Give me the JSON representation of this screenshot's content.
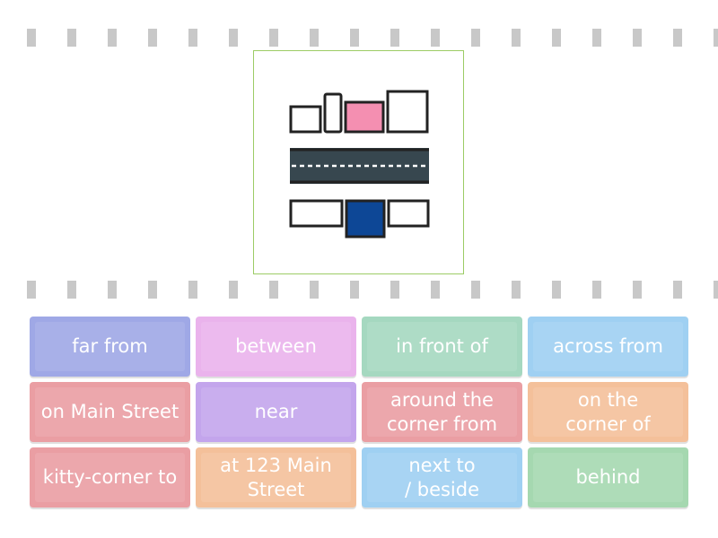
{
  "picture": {
    "colors": {
      "outline": "#222222",
      "highlight_building": "#f48fb1",
      "target_building": "#0d4796",
      "road": "#37474f",
      "road_line": "#ffffff",
      "card_border": "#9ccc65",
      "dash": "#c8c8c8"
    }
  },
  "tiles": [
    {
      "label": "far from",
      "color": "#9fa8e6"
    },
    {
      "label": "between",
      "color": "#eab3ec"
    },
    {
      "label": "in front of",
      "color": "#a5d8c0"
    },
    {
      "label": "across from",
      "color": "#9fd0f2"
    },
    {
      "label": "on Main Street",
      "color": "#ea9ea3"
    },
    {
      "label": "near",
      "color": "#c3a5ec"
    },
    {
      "label": "around the\ncorner from",
      "color": "#ea9ea3"
    },
    {
      "label": "on the\ncorner of",
      "color": "#f4c09a"
    },
    {
      "label": "kitty-corner to",
      "color": "#ea9ea3"
    },
    {
      "label": "at 123 Main\nStreet",
      "color": "#f4c09a"
    },
    {
      "label": "next to\n/ beside",
      "color": "#9fd0f2"
    },
    {
      "label": "behind",
      "color": "#a5d8b0"
    }
  ]
}
